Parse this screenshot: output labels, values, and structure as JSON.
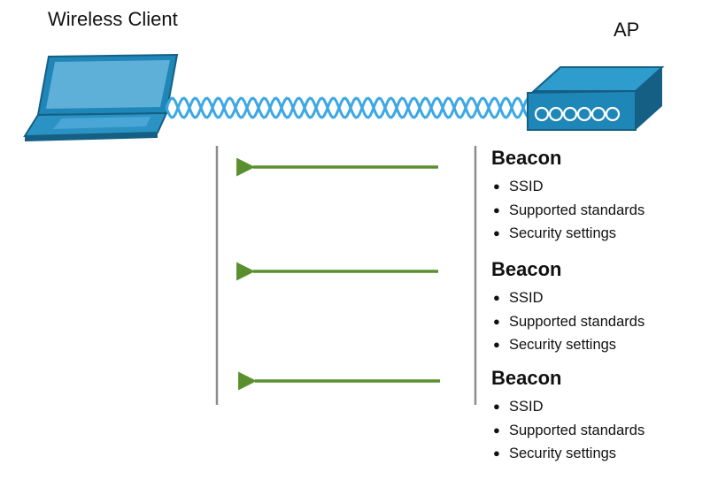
{
  "labels": {
    "wireless_client": "Wireless Client",
    "ap": "AP"
  },
  "beacons": [
    {
      "title": "Beacon",
      "items": [
        "SSID",
        "Supported standards",
        "Security settings"
      ]
    },
    {
      "title": "Beacon",
      "items": [
        "SSID",
        "Supported standards",
        "Security settings"
      ]
    },
    {
      "title": "Beacon",
      "items": [
        "SSID",
        "Supported standards",
        "Security settings"
      ]
    }
  ],
  "colors": {
    "device_blue": "#1f86b8",
    "device_dark": "#155f85",
    "wave": "#3da8e3",
    "arrow": "#5a8f2e",
    "timeline": "#8c8c8c"
  }
}
